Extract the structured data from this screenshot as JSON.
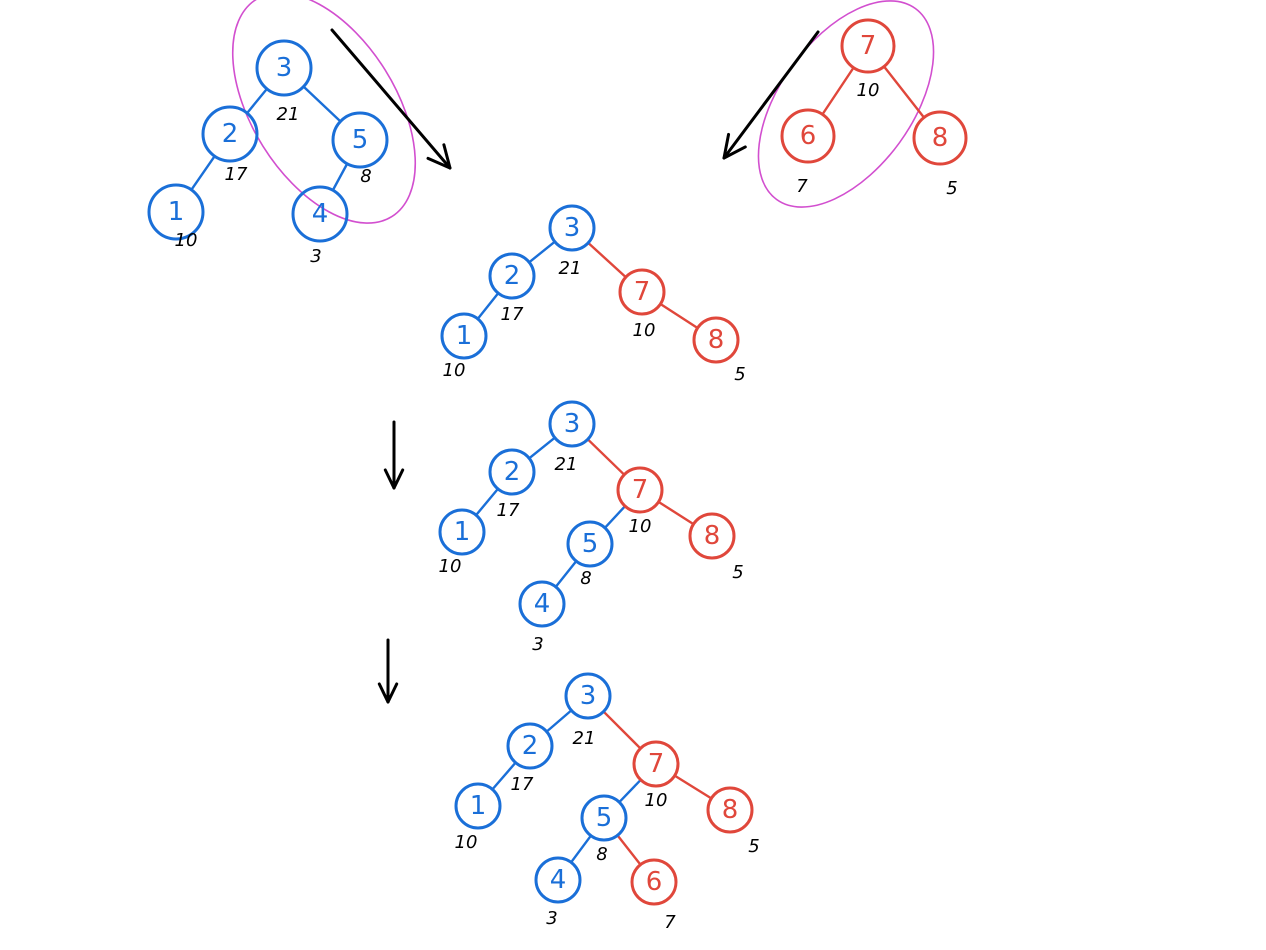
{
  "colors": {
    "blue_tree": "#1a6fd8",
    "red_tree": "#e0473b",
    "arrow": "#000000",
    "highlight": "#d24fcf",
    "weight_text": "#000000"
  },
  "icons": {
    "down_arrow": "down-arrow-icon"
  },
  "diagram": {
    "trees": [
      {
        "name": "blue-tree",
        "nodes": [
          {
            "id": "3",
            "label": "3",
            "weight": "21",
            "color": "blue"
          },
          {
            "id": "2",
            "label": "2",
            "weight": "17",
            "color": "blue"
          },
          {
            "id": "5",
            "label": "5",
            "weight": "8",
            "color": "blue"
          },
          {
            "id": "1",
            "label": "1",
            "weight": "10",
            "color": "blue"
          },
          {
            "id": "4",
            "label": "4",
            "weight": "3",
            "color": "blue"
          }
        ]
      },
      {
        "name": "red-tree",
        "nodes": [
          {
            "id": "7",
            "label": "7",
            "weight": "10",
            "color": "red"
          },
          {
            "id": "6",
            "label": "6",
            "weight": "7",
            "color": "red"
          },
          {
            "id": "8",
            "label": "8",
            "weight": "5",
            "color": "red"
          }
        ]
      },
      {
        "name": "merge-step-1",
        "nodes": [
          {
            "id": "3",
            "label": "3",
            "weight": "21",
            "color": "blue"
          },
          {
            "id": "2",
            "label": "2",
            "weight": "17",
            "color": "blue"
          },
          {
            "id": "1",
            "label": "1",
            "weight": "10",
            "color": "blue"
          },
          {
            "id": "7",
            "label": "7",
            "weight": "10",
            "color": "red"
          },
          {
            "id": "8",
            "label": "8",
            "weight": "5",
            "color": "red"
          }
        ]
      },
      {
        "name": "merge-step-2",
        "nodes": [
          {
            "id": "3",
            "label": "3",
            "weight": "21",
            "color": "blue"
          },
          {
            "id": "2",
            "label": "2",
            "weight": "17",
            "color": "blue"
          },
          {
            "id": "1",
            "label": "1",
            "weight": "10",
            "color": "blue"
          },
          {
            "id": "7",
            "label": "7",
            "weight": "10",
            "color": "red"
          },
          {
            "id": "5",
            "label": "5",
            "weight": "8",
            "color": "blue"
          },
          {
            "id": "4",
            "label": "4",
            "weight": "3",
            "color": "blue"
          },
          {
            "id": "8",
            "label": "8",
            "weight": "5",
            "color": "red"
          }
        ]
      },
      {
        "name": "merge-step-3",
        "nodes": [
          {
            "id": "3",
            "label": "3",
            "weight": "21",
            "color": "blue"
          },
          {
            "id": "2",
            "label": "2",
            "weight": "17",
            "color": "blue"
          },
          {
            "id": "1",
            "label": "1",
            "weight": "10",
            "color": "blue"
          },
          {
            "id": "7",
            "label": "7",
            "weight": "10",
            "color": "red"
          },
          {
            "id": "5",
            "label": "5",
            "weight": "8",
            "color": "blue"
          },
          {
            "id": "4",
            "label": "4",
            "weight": "3",
            "color": "blue"
          },
          {
            "id": "6",
            "label": "6",
            "weight": "7",
            "color": "red"
          },
          {
            "id": "8",
            "label": "8",
            "weight": "5",
            "color": "red"
          }
        ]
      }
    ]
  }
}
